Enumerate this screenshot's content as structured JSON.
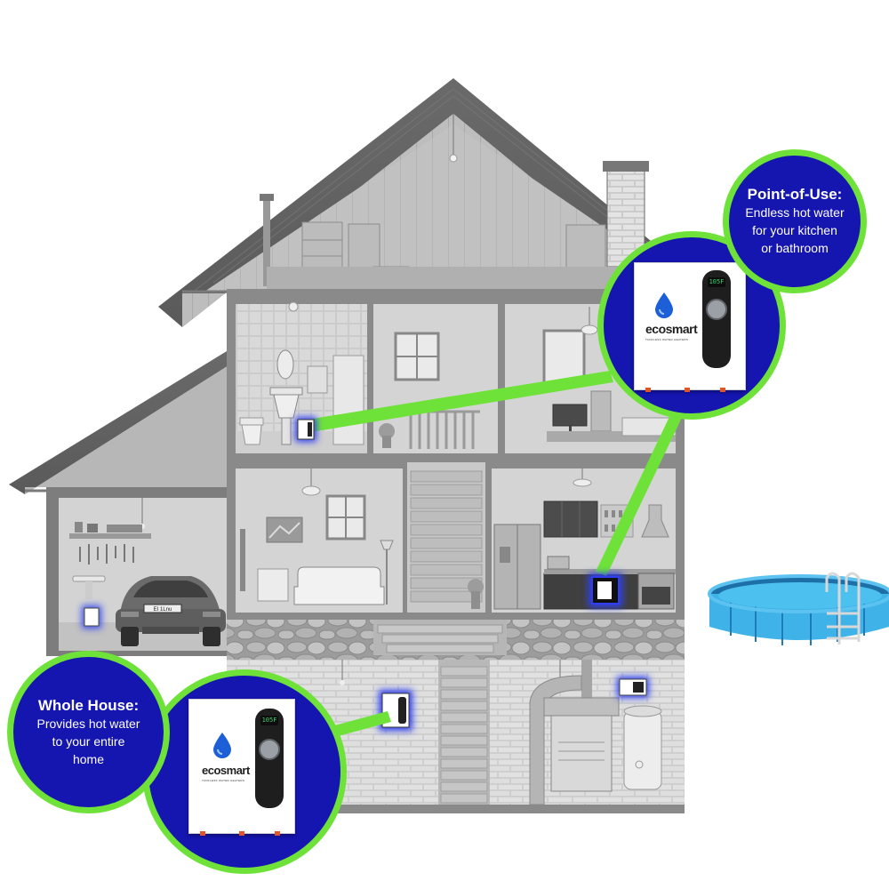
{
  "brand": {
    "name": "ecosmart",
    "tagline": "TANKLESS WATER HEATERS",
    "display_reading": "105F"
  },
  "callouts": {
    "point_of_use": {
      "title": "Point-of-Use:",
      "line1": "Endless hot water",
      "line2": "for your kitchen",
      "line3": "or bathroom"
    },
    "whole_house": {
      "title": "Whole House:",
      "line1": "Provides hot water",
      "line2": "to your entire",
      "line3": "home"
    }
  },
  "colors": {
    "callout_fill": "#1515b0",
    "callout_ring": "#6fe23a",
    "connector": "#6fe23a",
    "unit_glow": "#2f3ff0",
    "pool_water": "#3fb2e8",
    "house_gray": "#b8b8b8"
  },
  "icons": [
    "water-drop-icon",
    "dial-knob-icon",
    "led-display-icon"
  ]
}
